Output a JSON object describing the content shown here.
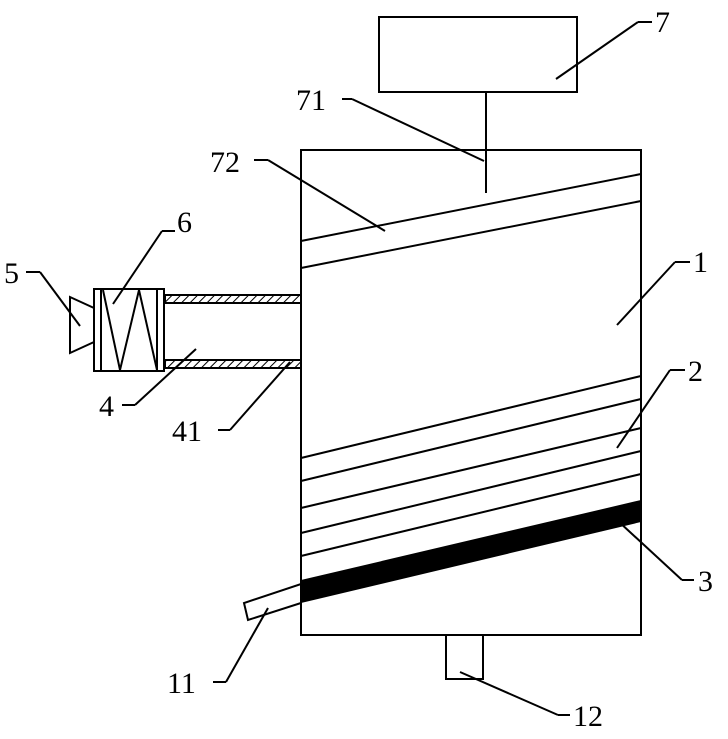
{
  "labels": {
    "l1": "1",
    "l2": "2",
    "l3": "3",
    "l4": "4",
    "l41": "41",
    "l5": "5",
    "l6": "6",
    "l7": "7",
    "l71": "71",
    "l72": "72",
    "l11": "11",
    "l12": "12"
  }
}
